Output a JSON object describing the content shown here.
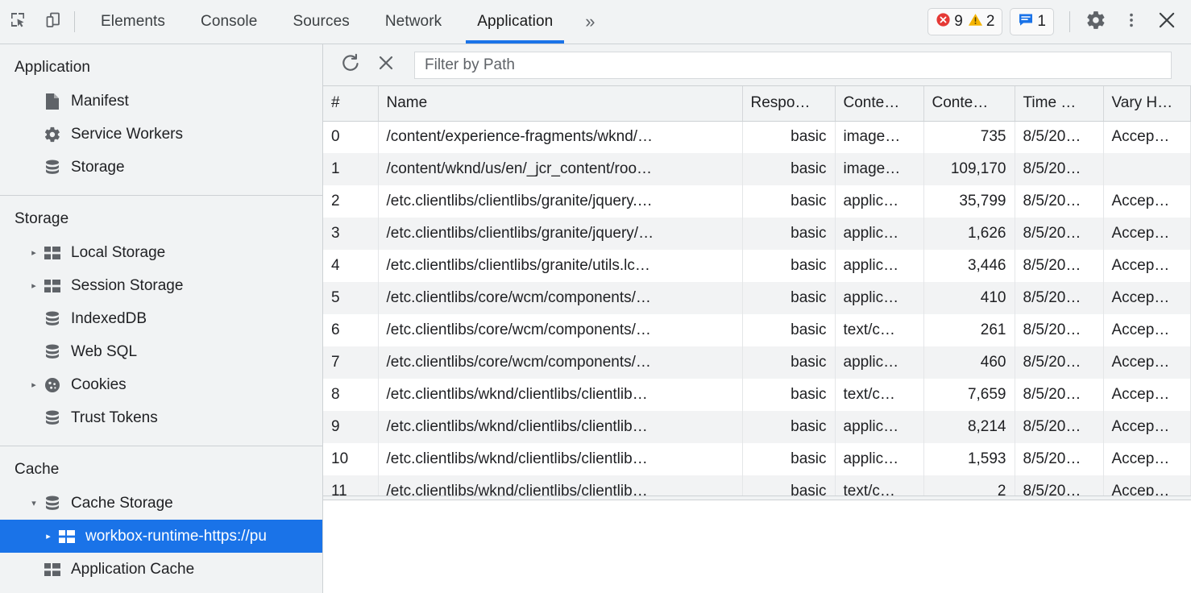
{
  "toolbar": {
    "inspect_icon": "inspect-element-icon",
    "device_icon": "device-toolbar-icon",
    "tabs": [
      {
        "label": "Elements",
        "active": false
      },
      {
        "label": "Console",
        "active": false
      },
      {
        "label": "Sources",
        "active": false
      },
      {
        "label": "Network",
        "active": false
      },
      {
        "label": "Application",
        "active": true
      }
    ],
    "more_tabs_label": "»",
    "errors_count": "9",
    "warnings_count": "2",
    "messages_count": "1",
    "settings_icon": "gear-icon",
    "menu_icon": "three-dots-icon",
    "close_icon": "close-icon",
    "accent_color": "#1a73e8",
    "error_color": "#e53935",
    "warning_color": "#f5b400",
    "message_color": "#1a73e8"
  },
  "sidebar": {
    "sections": [
      {
        "title": "Application",
        "items": [
          {
            "label": "Manifest",
            "icon": "document-icon",
            "twisty": "",
            "indent": 1,
            "selected": false
          },
          {
            "label": "Service Workers",
            "icon": "gear-icon",
            "twisty": "",
            "indent": 1,
            "selected": false
          },
          {
            "label": "Storage",
            "icon": "database-icon",
            "twisty": "",
            "indent": 1,
            "selected": false
          }
        ]
      },
      {
        "title": "Storage",
        "items": [
          {
            "label": "Local Storage",
            "icon": "table-icon",
            "twisty": "▸",
            "indent": 1,
            "selected": false
          },
          {
            "label": "Session Storage",
            "icon": "table-icon",
            "twisty": "▸",
            "indent": 1,
            "selected": false
          },
          {
            "label": "IndexedDB",
            "icon": "database-icon",
            "twisty": "",
            "indent": 1,
            "selected": false
          },
          {
            "label": "Web SQL",
            "icon": "database-icon",
            "twisty": "",
            "indent": 1,
            "selected": false
          },
          {
            "label": "Cookies",
            "icon": "cookie-icon",
            "twisty": "▸",
            "indent": 1,
            "selected": false
          },
          {
            "label": "Trust Tokens",
            "icon": "database-icon",
            "twisty": "",
            "indent": 1,
            "selected": false
          }
        ]
      },
      {
        "title": "Cache",
        "items": [
          {
            "label": "Cache Storage",
            "icon": "database-icon",
            "twisty": "▾",
            "indent": 1,
            "selected": false
          },
          {
            "label": "workbox-runtime-https://pu",
            "icon": "table-icon",
            "twisty": "",
            "indent": 2,
            "selected": true
          },
          {
            "label": "Application Cache",
            "icon": "table-icon",
            "twisty": "",
            "indent": 1,
            "selected": false
          }
        ]
      }
    ]
  },
  "main": {
    "refresh_icon": "refresh-icon",
    "delete_icon": "close-icon",
    "filter_placeholder": "Filter by Path",
    "filter_value": "",
    "columns": [
      {
        "key": "idx",
        "label": "#"
      },
      {
        "key": "name",
        "label": "Name"
      },
      {
        "key": "resp",
        "label": "Respo…"
      },
      {
        "key": "ctype",
        "label": "Conte…"
      },
      {
        "key": "clen",
        "label": "Conte…"
      },
      {
        "key": "time",
        "label": "Time …"
      },
      {
        "key": "vary",
        "label": "Vary H…"
      }
    ],
    "rows": [
      {
        "idx": "0",
        "name": "/content/experience-fragments/wknd/…",
        "resp": "basic",
        "ctype": "image…",
        "clen": "735",
        "time": "8/5/20…",
        "vary": "Accep…"
      },
      {
        "idx": "1",
        "name": "/content/wknd/us/en/_jcr_content/roo…",
        "resp": "basic",
        "ctype": "image…",
        "clen": "109,170",
        "time": "8/5/20…",
        "vary": ""
      },
      {
        "idx": "2",
        "name": "/etc.clientlibs/clientlibs/granite/jquery.…",
        "resp": "basic",
        "ctype": "applic…",
        "clen": "35,799",
        "time": "8/5/20…",
        "vary": "Accep…"
      },
      {
        "idx": "3",
        "name": "/etc.clientlibs/clientlibs/granite/jquery/…",
        "resp": "basic",
        "ctype": "applic…",
        "clen": "1,626",
        "time": "8/5/20…",
        "vary": "Accep…"
      },
      {
        "idx": "4",
        "name": "/etc.clientlibs/clientlibs/granite/utils.lc…",
        "resp": "basic",
        "ctype": "applic…",
        "clen": "3,446",
        "time": "8/5/20…",
        "vary": "Accep…"
      },
      {
        "idx": "5",
        "name": "/etc.clientlibs/core/wcm/components/…",
        "resp": "basic",
        "ctype": "applic…",
        "clen": "410",
        "time": "8/5/20…",
        "vary": "Accep…"
      },
      {
        "idx": "6",
        "name": "/etc.clientlibs/core/wcm/components/…",
        "resp": "basic",
        "ctype": "text/c…",
        "clen": "261",
        "time": "8/5/20…",
        "vary": "Accep…"
      },
      {
        "idx": "7",
        "name": "/etc.clientlibs/core/wcm/components/…",
        "resp": "basic",
        "ctype": "applic…",
        "clen": "460",
        "time": "8/5/20…",
        "vary": "Accep…"
      },
      {
        "idx": "8",
        "name": "/etc.clientlibs/wknd/clientlibs/clientlib…",
        "resp": "basic",
        "ctype": "text/c…",
        "clen": "7,659",
        "time": "8/5/20…",
        "vary": "Accep…"
      },
      {
        "idx": "9",
        "name": "/etc.clientlibs/wknd/clientlibs/clientlib…",
        "resp": "basic",
        "ctype": "applic…",
        "clen": "8,214",
        "time": "8/5/20…",
        "vary": "Accep…"
      },
      {
        "idx": "10",
        "name": "/etc.clientlibs/wknd/clientlibs/clientlib…",
        "resp": "basic",
        "ctype": "applic…",
        "clen": "1,593",
        "time": "8/5/20…",
        "vary": "Accep…"
      },
      {
        "idx": "11",
        "name": "/etc.clientlibs/wknd/clientlibs/clientlib…",
        "resp": "basic",
        "ctype": "text/c…",
        "clen": "2",
        "time": "8/5/20…",
        "vary": "Accep…"
      }
    ]
  }
}
